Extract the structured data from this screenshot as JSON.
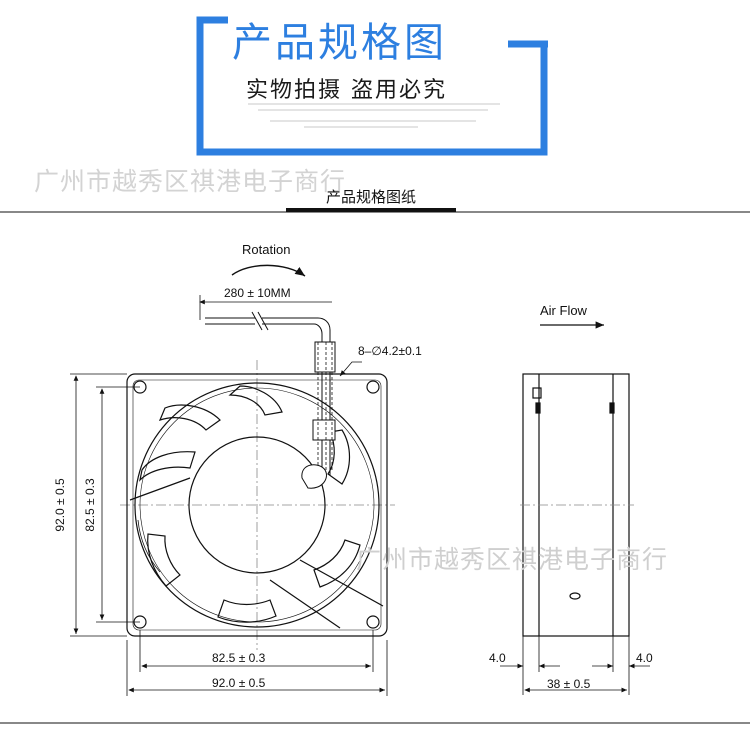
{
  "header": {
    "title": "产品规格图",
    "subtitle": "实物拍摄 盗用必究"
  },
  "watermark": {
    "text": "广州市越秀区祺港电子商行"
  },
  "section": {
    "label": "产品规格图纸"
  },
  "drawing": {
    "rotation_label": "Rotation",
    "cable_length": "280 ± 10MM",
    "hole_spec": "8–∅4.2±0.1",
    "airflow_label": "Air Flow",
    "outer_height": "92.0 ± 0.5",
    "hole_pitch_height": "82.5 ± 0.3",
    "hole_pitch_width": "82.5 ± 0.3",
    "outer_width": "92.0 ± 0.5",
    "depth": "38 ± 0.5",
    "side_left": "4.0",
    "side_right": "4.0"
  },
  "colors": {
    "accent": "#2d7fe0",
    "line": "#111111",
    "centerline": "#888888",
    "watermark": "#d3d3d3"
  }
}
